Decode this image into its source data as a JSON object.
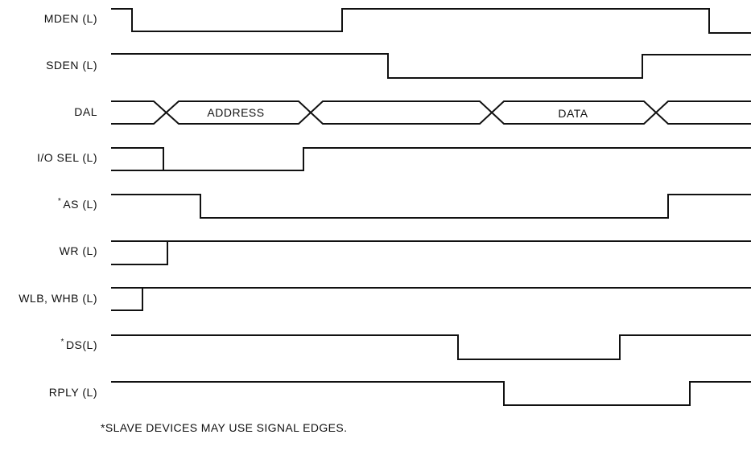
{
  "signals": [
    {
      "id": "mden",
      "label": "MDEN (L)",
      "star": ""
    },
    {
      "id": "sden",
      "label": "SDEN (L)",
      "star": ""
    },
    {
      "id": "dal",
      "label": "DAL",
      "star": "",
      "segments": [
        "ADDRESS",
        "DATA"
      ]
    },
    {
      "id": "io-sel",
      "label": "I/O SEL (L)",
      "star": ""
    },
    {
      "id": "as",
      "label": "AS (L)",
      "star": "*"
    },
    {
      "id": "wr",
      "label": "WR (L)",
      "star": ""
    },
    {
      "id": "wlb-whb",
      "label": "WLB, WHB (L)",
      "star": ""
    },
    {
      "id": "ds",
      "label": "DS(L)",
      "star": "*"
    },
    {
      "id": "rply",
      "label": "RPLY (L)",
      "star": ""
    }
  ],
  "footnote": "*SLAVE DEVICES MAY USE SIGNAL EDGES."
}
